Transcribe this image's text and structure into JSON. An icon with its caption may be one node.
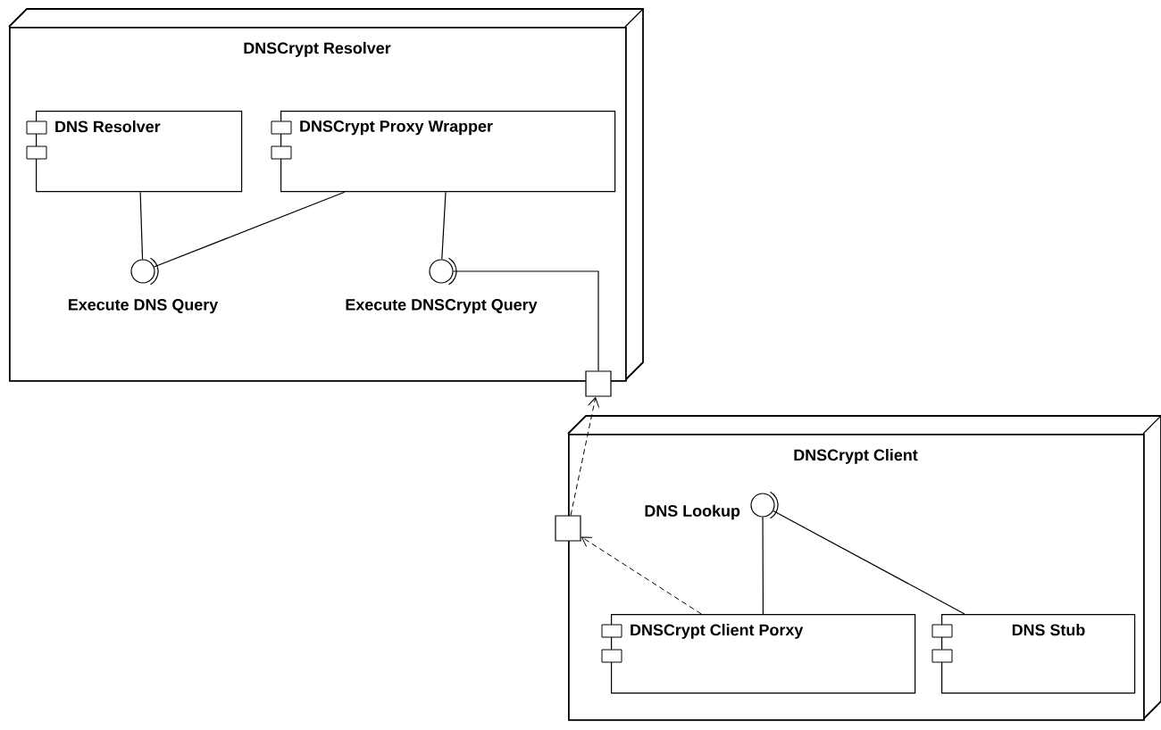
{
  "diagram": {
    "nodes": [
      {
        "text": [
          "DNSCrypt Resolver"
        ]
      },
      {
        "text": [
          "DNS Resolver"
        ],
        "in": 0
      },
      {
        "text": [
          "DNSCrypt Proxy Wrapper"
        ],
        "in": 0
      },
      {
        "text": [
          "Execute DNS Query"
        ],
        "in": 0
      },
      {
        "text": [
          "Execute DNSCrypt Query"
        ],
        "in": 0
      },
      {
        "text": [],
        "shape": "box"
      },
      {
        "text": [
          "DNSCrypt Client"
        ]
      },
      {
        "text": [],
        "shape": "box"
      },
      {
        "text": [
          "DNS Lookup"
        ],
        "in": 6
      },
      {
        "text": [
          "DNSCrypt Client Porxy"
        ],
        "in": 6
      },
      {
        "text": [
          "DNS Stub"
        ],
        "in": 6
      }
    ],
    "edges": [
      {
        "from": 1,
        "to": 3,
        "arrow": "none"
      },
      {
        "from": 2,
        "to": 3,
        "arrow": "none"
      },
      {
        "from": 2,
        "to": 4,
        "arrow": "none"
      },
      {
        "from": 4,
        "to": 5,
        "arrow": "none"
      },
      {
        "from": 9,
        "to": 7,
        "arrow": "to",
        "style": "dashed"
      },
      {
        "from": 7,
        "to": 5,
        "arrow": "to",
        "style": "dashed"
      },
      {
        "from": 9,
        "to": 8,
        "arrow": "none"
      },
      {
        "from": 10,
        "to": 8,
        "arrow": "none"
      }
    ]
  }
}
